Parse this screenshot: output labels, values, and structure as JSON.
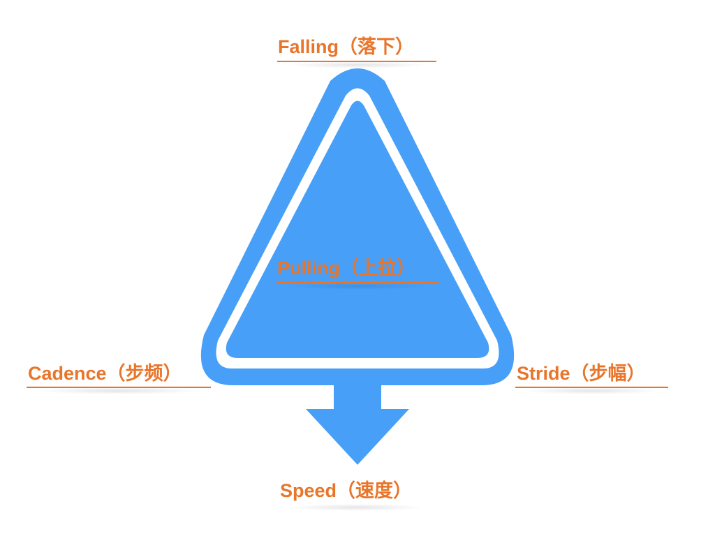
{
  "colors": {
    "shape_fill": "#479ff8",
    "shape_inner_border": "#ffffff",
    "label_text": "#e8752a",
    "label_underline": "#e8752a",
    "background": "#ffffff"
  },
  "labels": {
    "top": "Falling（落下）",
    "center": "Pulling（上拉）",
    "left": "Cadence（步频）",
    "right": "Stride（步幅）",
    "bottom": "Speed（速度）"
  }
}
